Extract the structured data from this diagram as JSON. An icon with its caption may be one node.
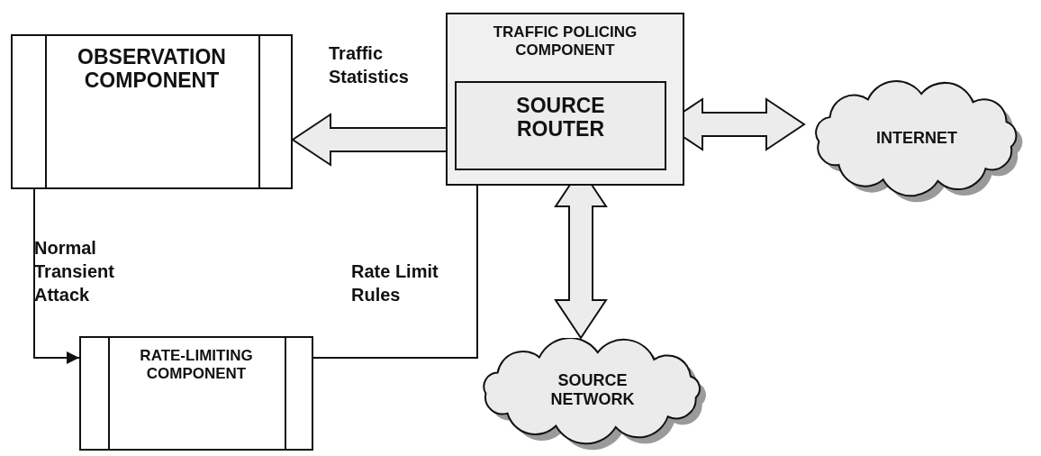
{
  "diagram": {
    "nodes": [
      {
        "text": [
          "OBSERVATION COMPONENT"
        ]
      },
      {
        "text": [
          "TRAFFIC POLICING COMPONENT"
        ]
      },
      {
        "text": [
          "SOURCE ROUTER"
        ],
        "in": 1
      },
      {
        "text": [
          "INTERNET"
        ]
      },
      {
        "text": [
          "RATE-LIMITING COMPONENT"
        ]
      },
      {
        "text": [
          "SOURCE NETWORK"
        ]
      }
    ],
    "edges": [
      {
        "from": 2,
        "to": 0,
        "arrow": "to",
        "label": "Traffic Statistics",
        "style": "thick"
      },
      {
        "from": 0,
        "to": 4,
        "arrow": "to",
        "label": "Normal Transient Attack"
      },
      {
        "from": 4,
        "to": 2,
        "arrow": "to",
        "label": "Rate Limit Rules"
      },
      {
        "from": 2,
        "to": 3,
        "arrow": "both",
        "style": "thick"
      },
      {
        "from": 2,
        "to": 5,
        "arrow": "both",
        "style": "thick"
      }
    ]
  }
}
